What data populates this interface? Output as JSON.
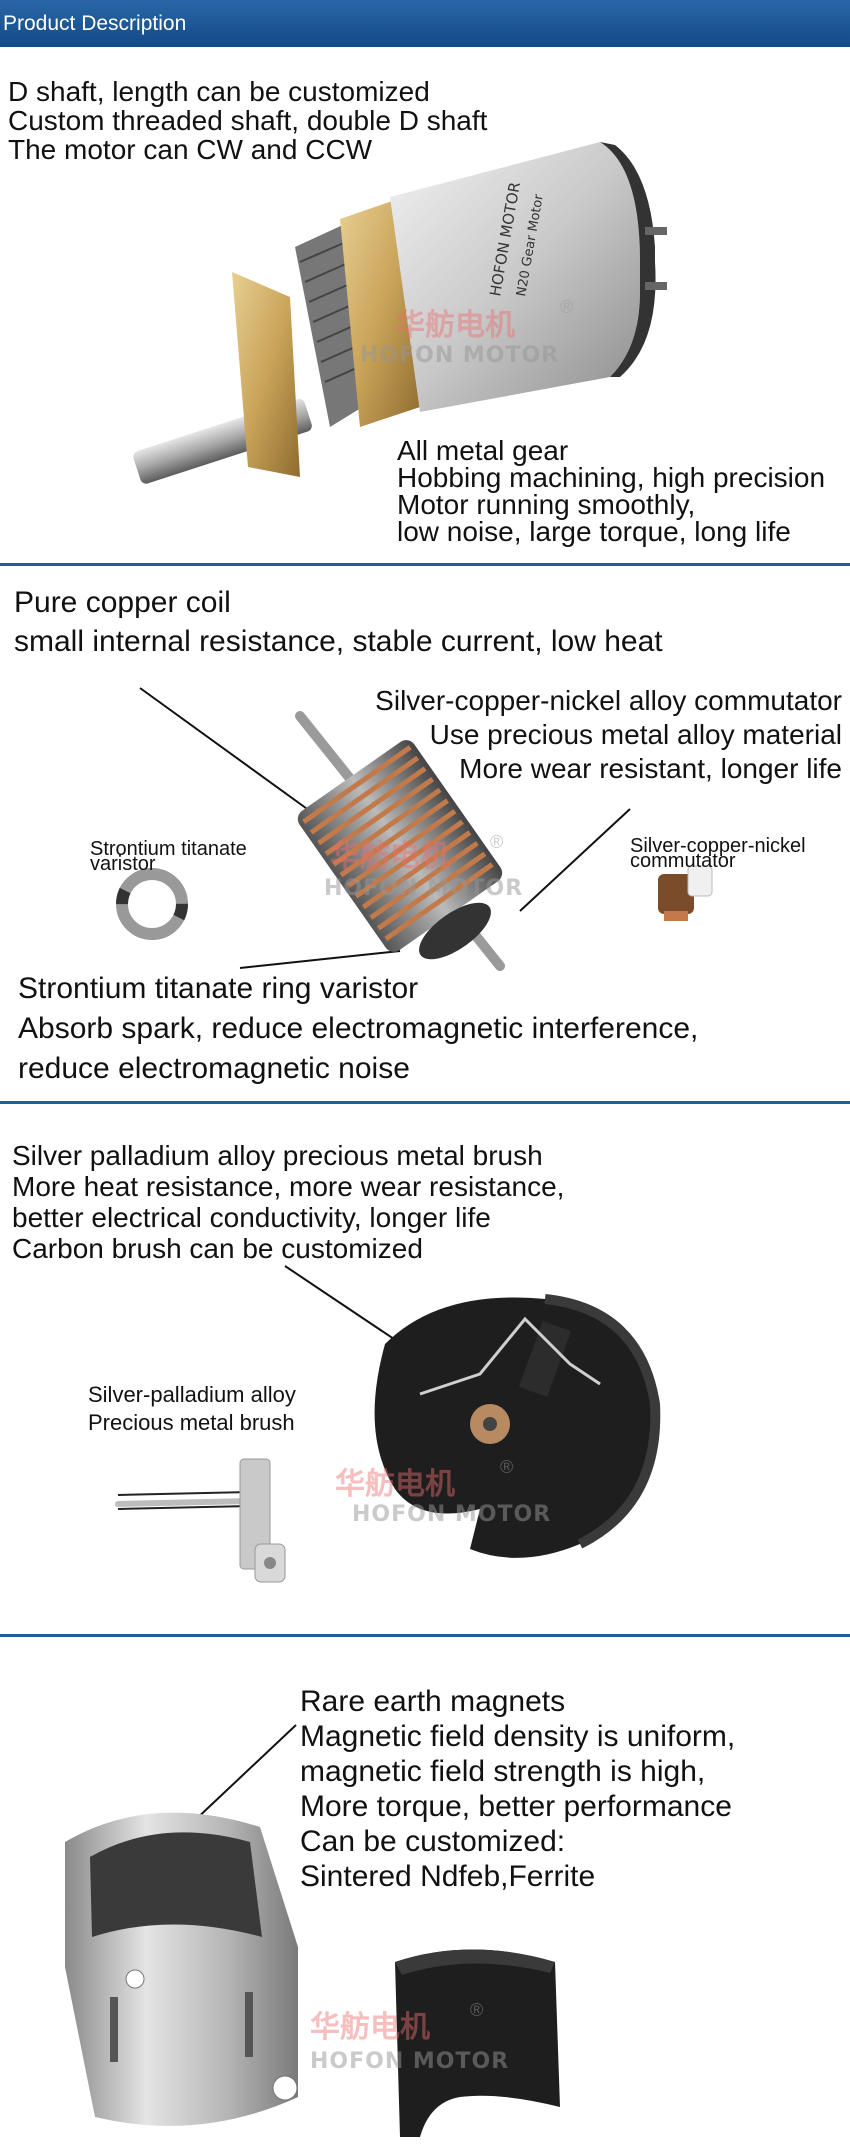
{
  "header": {
    "title": "Product Description"
  },
  "watermark": {
    "brand_cn": "华舫电机",
    "brand_en": "HOFON MOTOR",
    "reg": "®"
  },
  "section1": {
    "lines_top": [
      "D shaft, length can be customized",
      "Custom threaded shaft, double D shaft",
      "The motor can CW and CCW"
    ],
    "lines_bottom": [
      "All metal gear",
      "Hobbing machining, high precision",
      "Motor running smoothly,",
      "low noise, large torque, long life"
    ],
    "motor_label": [
      "HOFON MOTOR",
      "N20 Gear Motor"
    ]
  },
  "section2": {
    "lines_top": [
      "Pure copper coil",
      "small internal resistance, stable current, low heat"
    ],
    "lines_right": [
      "Silver-copper-nickel alloy commutator",
      "Use precious metal alloy material",
      "More wear resistant, longer life"
    ],
    "label_left": [
      "Strontium titanate",
      "varistor"
    ],
    "label_right": [
      "Silver-copper-nickel",
      "commutator"
    ],
    "lines_bottom": [
      "Strontium titanate ring varistor",
      "Absorb spark, reduce electromagnetic interference,",
      "reduce electromagnetic noise"
    ]
  },
  "section3": {
    "lines_top": [
      "Silver palladium alloy precious metal brush",
      "More heat resistance, more wear resistance,",
      "better electrical conductivity, longer life",
      "Carbon brush can be customized"
    ],
    "label": [
      "Silver-palladium alloy",
      "Precious metal brush"
    ]
  },
  "section4": {
    "lines": [
      "Rare earth magnets",
      "Magnetic field density is uniform,",
      "magnetic field strength is high,",
      "More torque, better performance",
      "Can be customized:",
      "Sintered Ndfeb,Ferrite"
    ]
  },
  "colors": {
    "header": "#1a5592",
    "divider": "#1f5d9a",
    "copper": "#c27a4a",
    "brass": "#c9a45a"
  }
}
